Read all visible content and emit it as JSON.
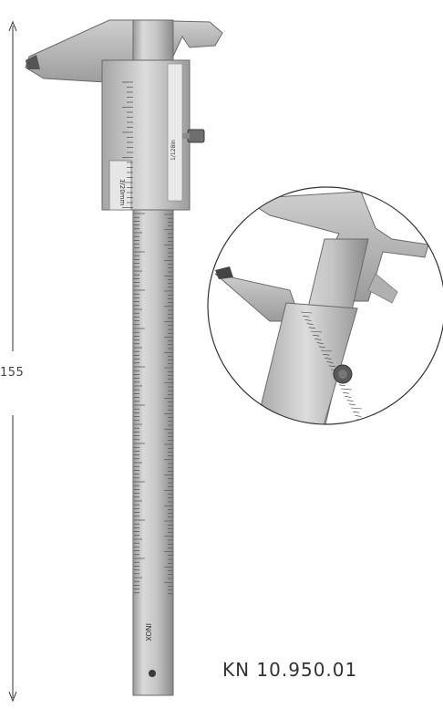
{
  "dimension": {
    "label": "155"
  },
  "product": {
    "part_number": "KN 10.950.01"
  },
  "markings": {
    "beam_mark": "INOX",
    "vernier_mark": "1/20mm",
    "scale_mark": "1/128in"
  },
  "colors": {
    "steel_light": "#d6d6d6",
    "steel_mid": "#b5b5b5",
    "steel_dark": "#8e8e8e",
    "outline": "#555555"
  }
}
